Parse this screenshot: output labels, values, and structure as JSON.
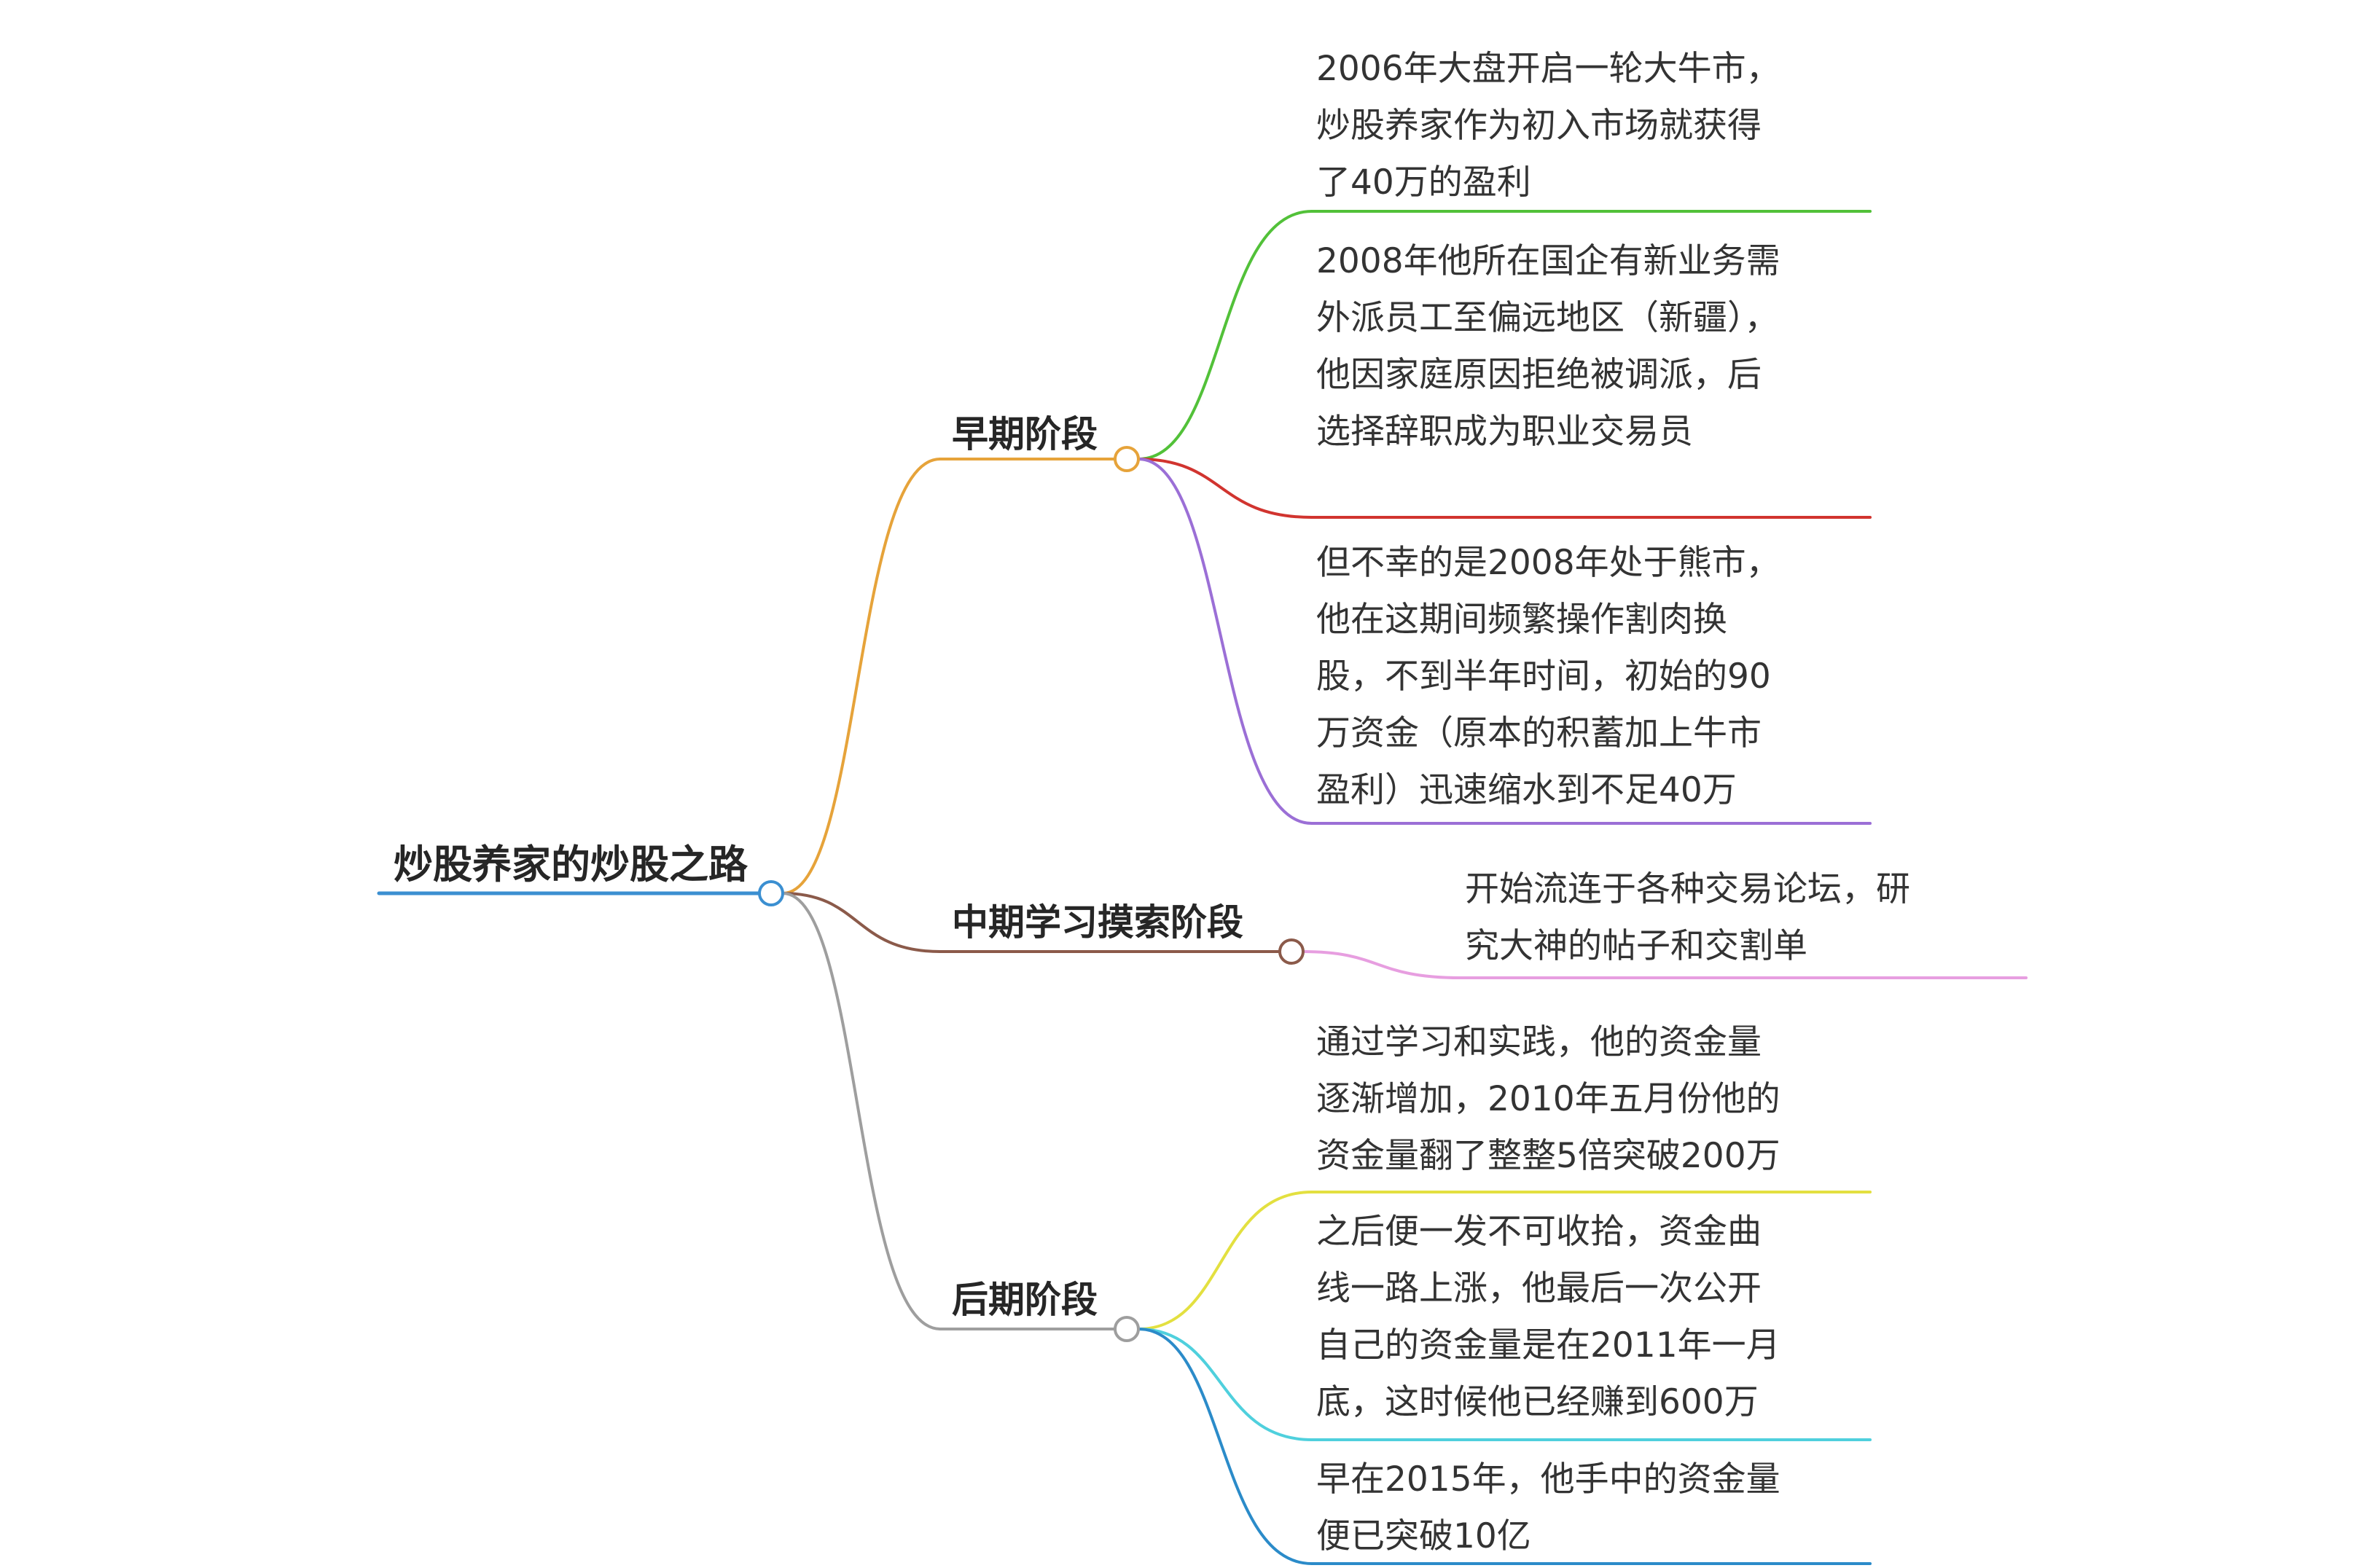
{
  "root": {
    "label": "炒股养家的炒股之路",
    "color": "#3b8fd1"
  },
  "branches": [
    {
      "label": "早期阶段",
      "color": "#e6a33a",
      "leaves": [
        {
          "lines": [
            "2006年大盘开启一轮大牛市，",
            "炒股养家作为初入市场就获得",
            "了40万的盈利"
          ],
          "color": "#52c139"
        },
        {
          "lines": [
            "2008年他所在国企有新业务需",
            "外派员工至偏远地区（新疆），",
            "他因家庭原因拒绝被调派，后",
            "选择辞职成为职业交易员"
          ],
          "color": "#d1342f"
        },
        {
          "lines": [
            "但不幸的是2008年处于熊市，",
            "他在这期间频繁操作割肉换",
            "股，不到半年时间，初始的90",
            "万资金（原本的积蓄加上牛市",
            "盈利）迅速缩水到不足40万"
          ],
          "color": "#9b6fd6"
        }
      ]
    },
    {
      "label": "中期学习摸索阶段",
      "color": "#8b5a4a",
      "leaves": [
        {
          "lines": [
            "开始流连于各种交易论坛，研",
            "究大神的帖子和交割单"
          ],
          "color": "#e79ee0"
        }
      ]
    },
    {
      "label": "后期阶段",
      "color": "#9e9e9e",
      "leaves": [
        {
          "lines": [
            "通过学习和实践，他的资金量",
            "逐渐增加，2010年五月份他的",
            "资金量翻了整整5倍突破200万"
          ],
          "color": "#e3e040"
        },
        {
          "lines": [
            "之后便一发不可收拾，资金曲",
            "线一路上涨，他最后一次公开",
            "自己的资金量是在2011年一月",
            "底，这时候他已经赚到600万"
          ],
          "color": "#4fd0dd"
        },
        {
          "lines": [
            "早在2015年，他手中的资金量",
            "便已突破10亿"
          ],
          "color": "#2b8bc9"
        }
      ]
    }
  ]
}
